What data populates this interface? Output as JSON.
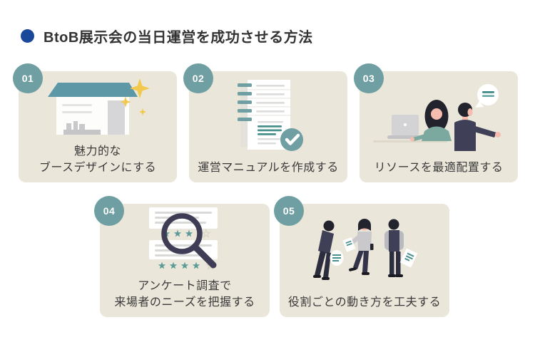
{
  "header": {
    "title": "BtoB展示会の当日運営を成功させる方法",
    "bullet_color": "#1A489B"
  },
  "colors": {
    "page_background": "#FFFFFF",
    "card_background": "#EBE6DA",
    "badge_teal": "#6F9FA2",
    "title_bullet_blue": "#1A489B",
    "text": "#3A3A3A",
    "illustration_navy": "#3F3D56",
    "illustration_teal": "#5D98A6",
    "accent_line_teal": "#48908C",
    "star_teal": "#5D9B99",
    "sparkle_gold": "#F2C94C",
    "skin": "#F6BCAE",
    "hair": "#23232E",
    "light_gray": "#C9C9CB"
  },
  "icons": {
    "title_bullet": "filled-circle",
    "sparkle": "four-point-star",
    "check": "checkmark-in-circle",
    "speech_bubble": "round-speech-bubble",
    "magnifier": "magnifying-glass",
    "star": "five-point-star"
  },
  "cards": [
    {
      "number": "01",
      "illustration": "booth-sparkles",
      "caption_lines": [
        "魅力的な",
        "ブースデザインにする"
      ]
    },
    {
      "number": "02",
      "illustration": "manual-checklist",
      "caption_lines": [
        "運営マニュアルを作成する"
      ]
    },
    {
      "number": "03",
      "illustration": "staff-discussion",
      "caption_lines": [
        "リソースを最適配置する"
      ]
    },
    {
      "number": "04",
      "illustration": "survey-magnifier",
      "caption_lines": [
        "アンケート調査で",
        "来場者のニーズを把握する"
      ]
    },
    {
      "number": "05",
      "illustration": "team-roles",
      "caption_lines": [
        "役割ごとの動き方を工夫する"
      ]
    }
  ]
}
